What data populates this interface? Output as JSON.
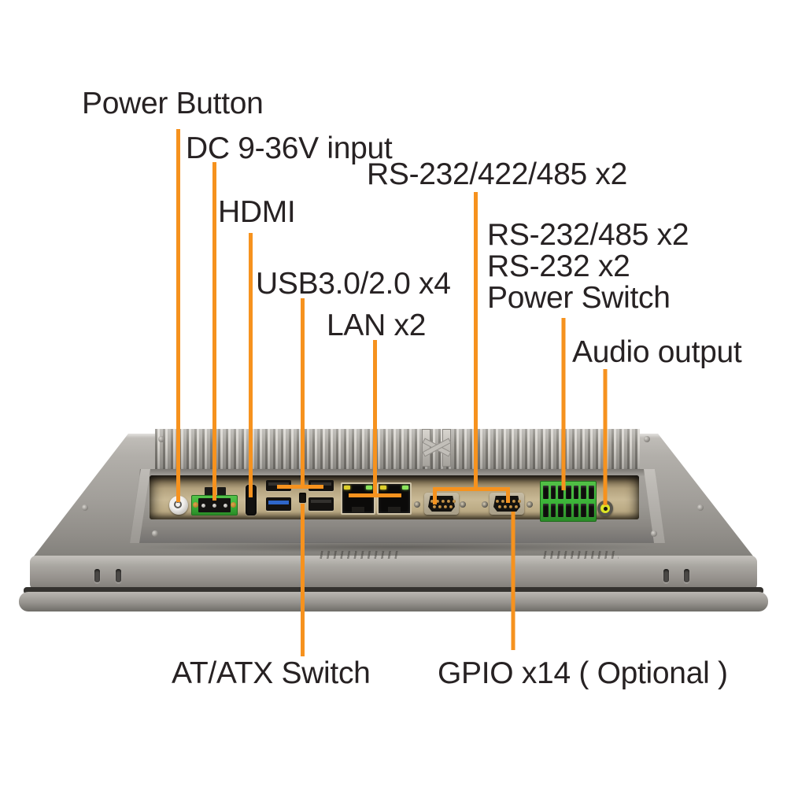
{
  "title": "Panel PC rear I/O callout diagram",
  "colors": {
    "background": "#ffffff",
    "leader_line": "#f6921e",
    "label_text": "#272223",
    "terminal_green": "#3db53a",
    "usb3_blue": "#2e66c9",
    "audio_ring_yellow": "#dde426",
    "lan_led_yellow": "#ded02c",
    "lan_led_green": "#8be55c"
  },
  "callouts": {
    "power_button": "Power Button",
    "dc_input": "DC 9-36V input",
    "hdmi": "HDMI",
    "usb": "USB3.0/2.0 x4",
    "lan": "LAN x2",
    "rs232_422_485": "RS-232/422/485 x2",
    "rs232_485": "RS-232/485 x2",
    "rs232": "RS-232 x2",
    "power_switch": "Power Switch",
    "audio": "Audio output",
    "at_atx": "AT/ATX Switch",
    "gpio": "GPIO x14 ( Optional )"
  },
  "device": {
    "view": "rear view of industrial panel PC",
    "ports": [
      "power-button",
      "dc-input-terminal",
      "hdmi-port",
      "usb-ports-x4",
      "lan-ports-x2",
      "db9-serial-ports-x2",
      "gpio-terminal-block",
      "audio-jack",
      "at-atx-switch"
    ]
  }
}
